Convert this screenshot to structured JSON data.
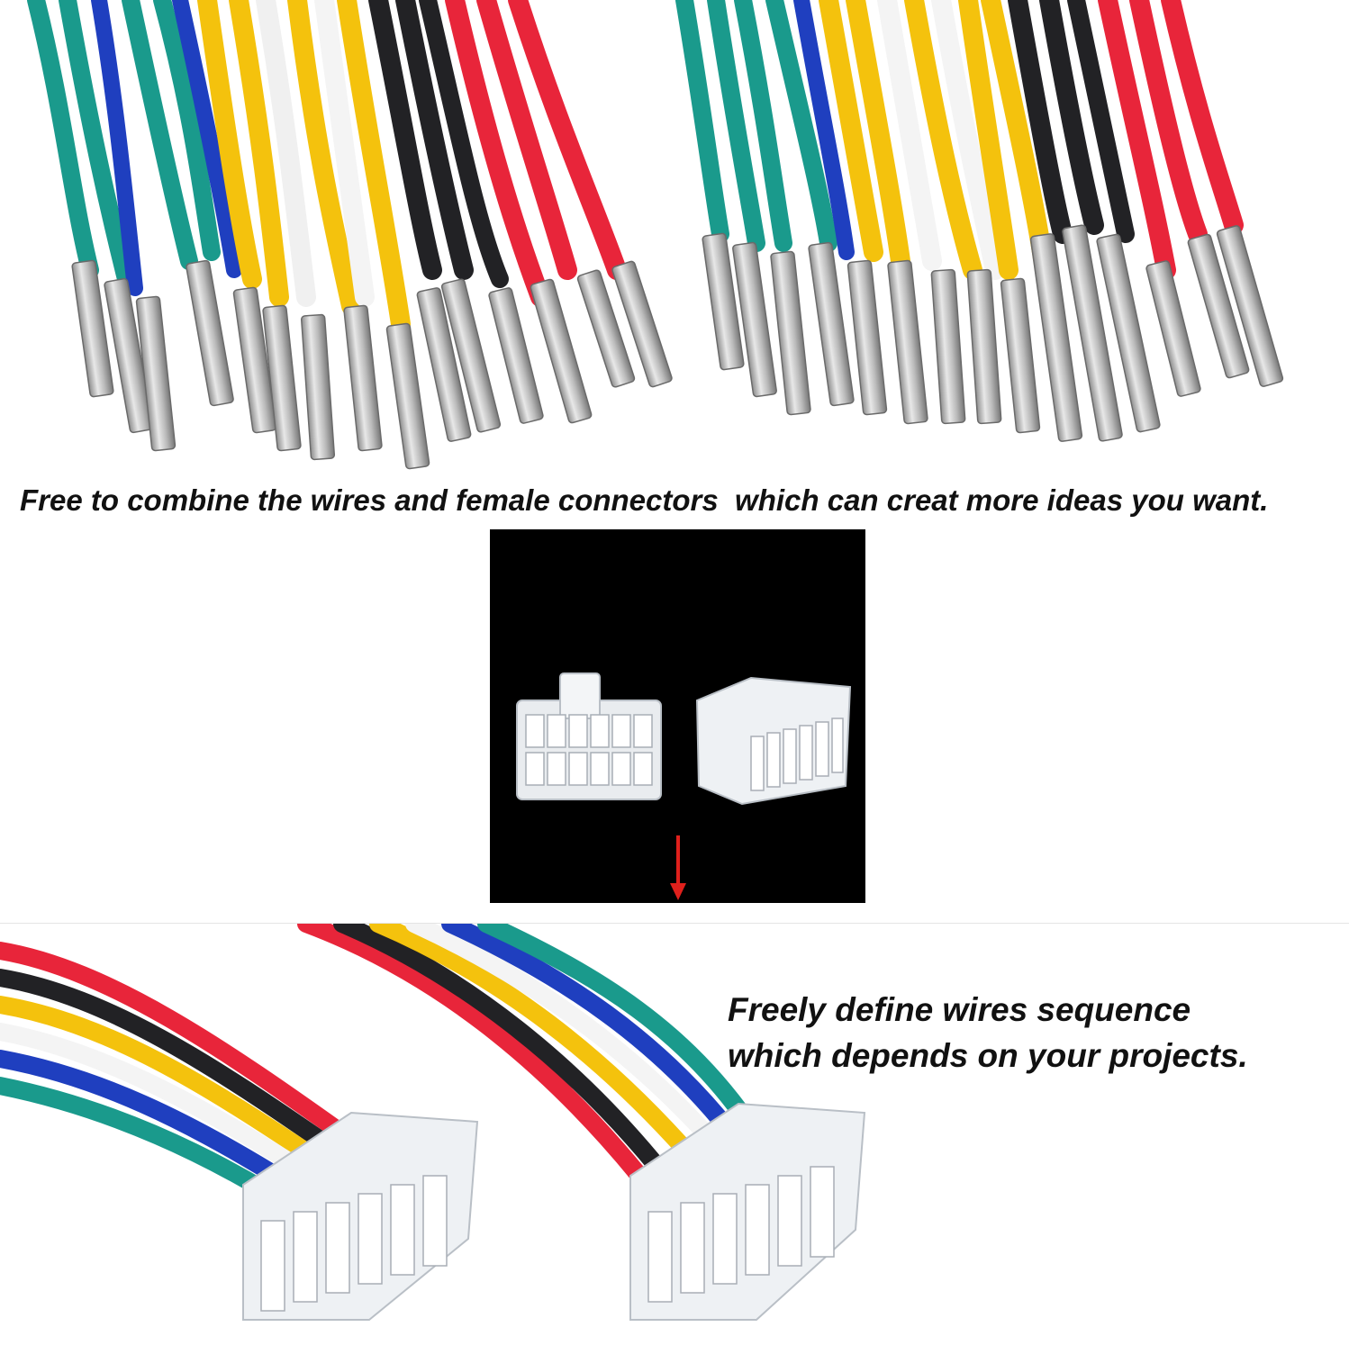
{
  "top_caption": "Free to combine the wires and female connectors  which can creat more ideas you want.",
  "bottom_caption": {
    "line1": "Freely define wires sequence",
    "line2": "which depends on your projects."
  },
  "images": {
    "top_left": "crimped-wires-with-female-terminals",
    "top_right": "crimped-wires-with-female-terminals",
    "middle": "12-pin-connector-housings",
    "bottom": "assembled-wire-harnesses"
  },
  "colors": {
    "wire_teal": "#1a9a8c",
    "wire_blue": "#1f3fbf",
    "wire_yellow": "#f4c20d",
    "wire_white": "#f4f4f4",
    "wire_black": "#222225",
    "wire_red": "#e8253a",
    "arrow_red": "#e0201c"
  }
}
